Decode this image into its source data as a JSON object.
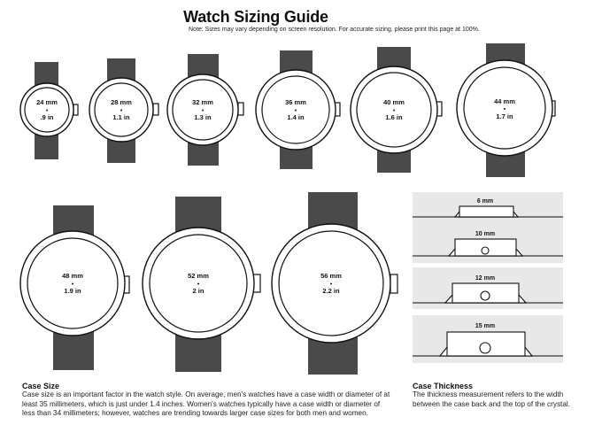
{
  "page": {
    "title": "Watch Sizing Guide",
    "note": "Note: Sizes may vary depending on screen resolution. For accurate sizing, please print this page at 100%."
  },
  "watches": [
    {
      "mm": "24 mm",
      "inch": ".9 in"
    },
    {
      "mm": "28 mm",
      "inch": "1.1 in"
    },
    {
      "mm": "32 mm",
      "inch": "1.3 in"
    },
    {
      "mm": "36 mm",
      "inch": "1.4 in"
    },
    {
      "mm": "40  mm",
      "inch": "1.6 in"
    },
    {
      "mm": "44 mm",
      "inch": "1.7 in"
    },
    {
      "mm": "48 mm",
      "inch": "1.9 in"
    },
    {
      "mm": "52 mm",
      "inch": "2 in"
    },
    {
      "mm": "56 mm",
      "inch": "2.2 in"
    }
  ],
  "thickness": [
    {
      "label": "6 mm"
    },
    {
      "label": "10 mm"
    },
    {
      "label": "12 mm"
    },
    {
      "label": "15 mm"
    }
  ],
  "case_size": {
    "title": "Case Size",
    "body": "Case size is an important factor in the watch style. On average, men's watches have a case width or diameter of at least 35 millimeters, which is just under 1.4 inches. Women's watches typically have a case width or diameter of less than 34 millimeters; however, watches are trending towards larger case sizes for both men and women."
  },
  "case_thickness": {
    "title": "Case Thickness",
    "body": "The thickness measurement refers to the width between the case back and the top of the crystal."
  },
  "colors": {
    "strap": "#4a4a4a",
    "outline": "#111111",
    "panel": "#e8e8e8"
  }
}
